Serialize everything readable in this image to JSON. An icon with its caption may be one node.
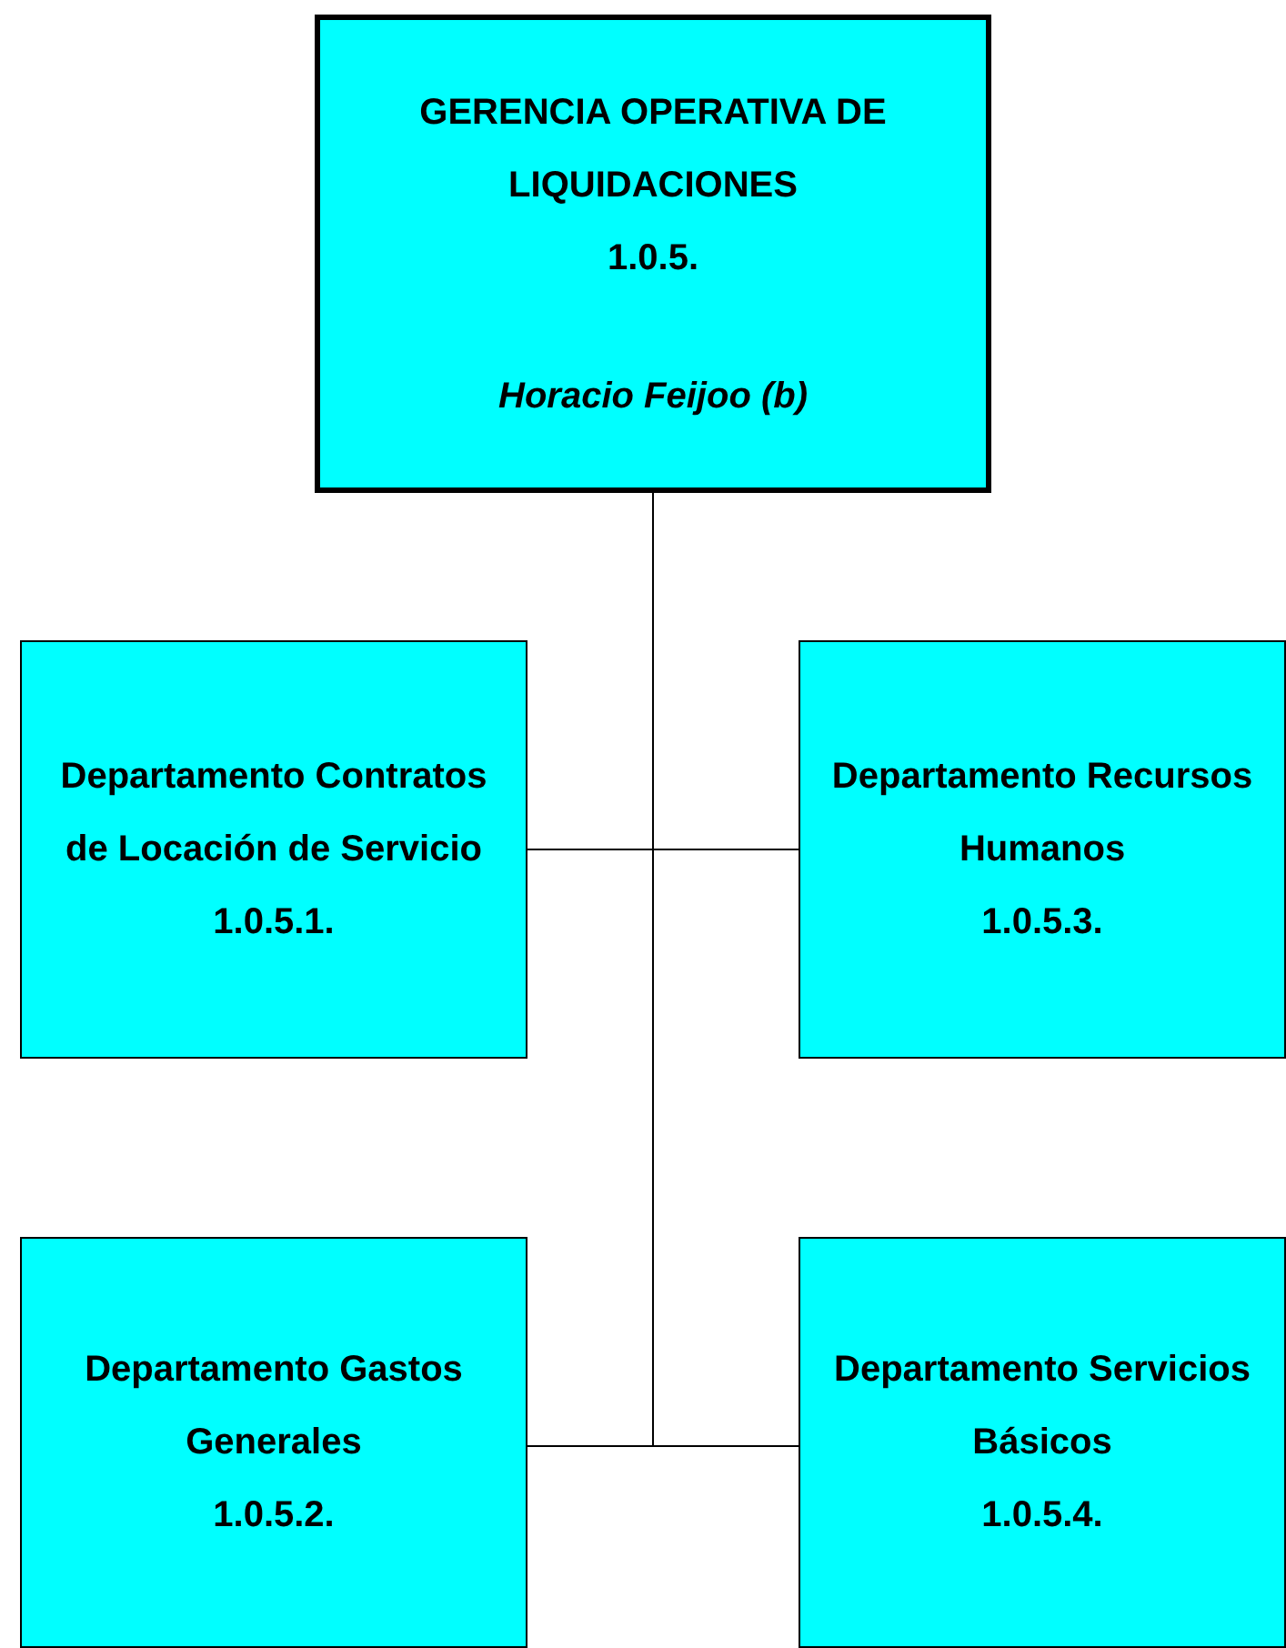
{
  "diagram": {
    "nodes": [
      {
        "text": [
          "GERENCIA OPERATIVA DE LIQUIDACIONES",
          "1.0.5.",
          "Horacio Feijoo (b)"
        ]
      },
      {
        "text": [
          "Departamento Contratos de Locación de Servicio",
          "1.0.5.1."
        ]
      },
      {
        "text": [
          "Departamento Recursos Humanos",
          "1.0.5.3."
        ]
      },
      {
        "text": [
          "Departamento Gastos Generales",
          "1.0.5.2."
        ]
      },
      {
        "text": [
          "Departamento Servicios Básicos",
          "1.0.5.4."
        ]
      }
    ],
    "edges": [
      {
        "from": 0,
        "to": 1,
        "arrow": "none"
      },
      {
        "from": 0,
        "to": 2,
        "arrow": "none"
      },
      {
        "from": 0,
        "to": 3,
        "arrow": "none"
      },
      {
        "from": 0,
        "to": 4,
        "arrow": "none"
      }
    ]
  }
}
